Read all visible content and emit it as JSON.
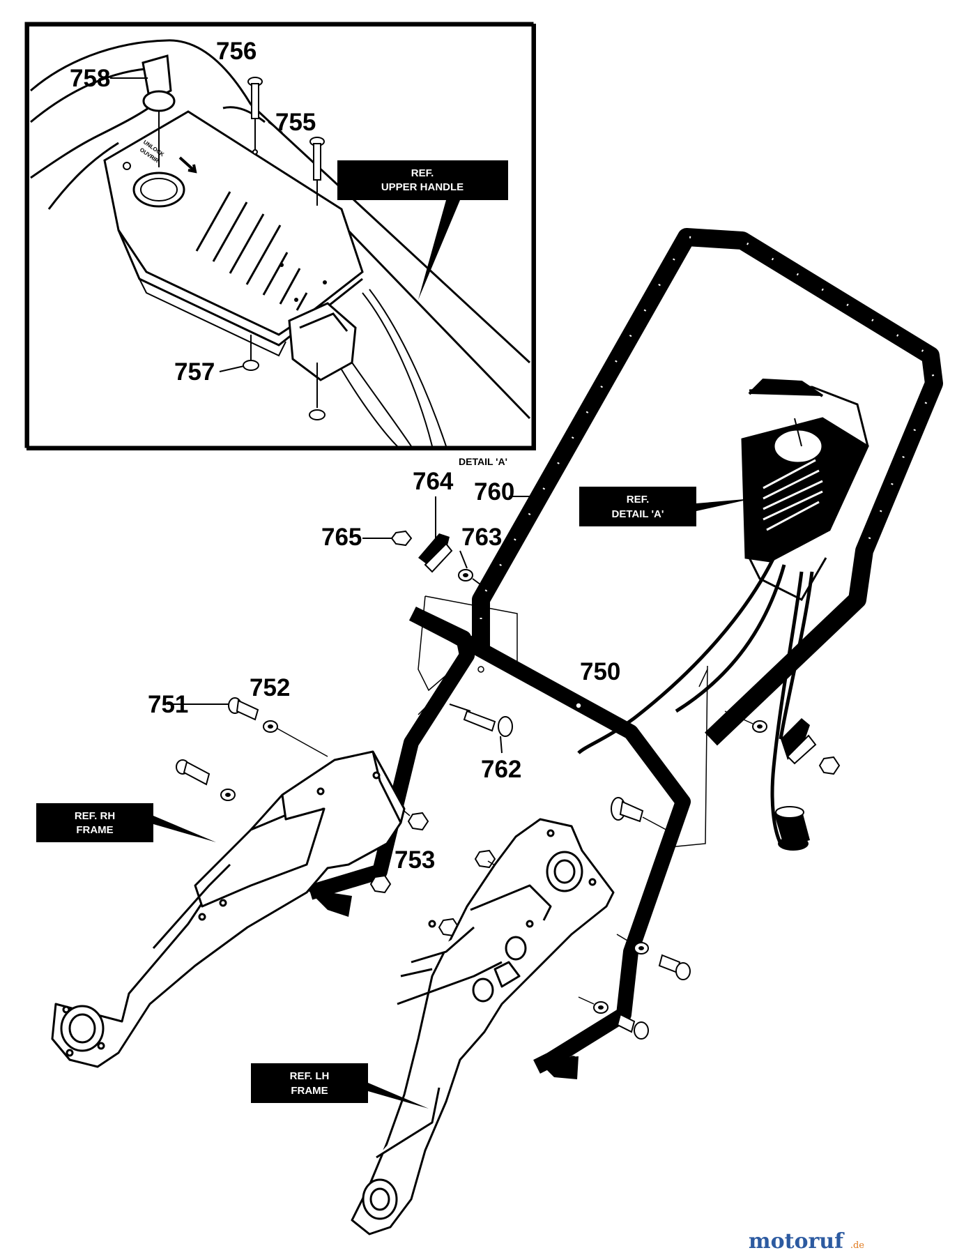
{
  "part_numbers": {
    "p756": "756",
    "p758": "758",
    "p755": "755",
    "p757": "757",
    "p764": "764",
    "p760": "760",
    "p765": "765",
    "p763": "763",
    "p750": "750",
    "p751": "751",
    "p752": "752",
    "p762": "762",
    "p753": "753"
  },
  "labels": {
    "upper_handle_1": "REF.",
    "upper_handle_2": "UPPER HANDLE",
    "detail_ref_1": "REF.",
    "detail_ref_2": "DETAIL 'A'",
    "rh_frame_1": "REF. RH",
    "rh_frame_2": "FRAME",
    "lh_frame_1": "REF. LH",
    "lh_frame_2": "FRAME",
    "detail_caption": "DETAIL 'A'",
    "key_text_1": "UNLOCK",
    "key_text_2": "OUVRIR"
  },
  "watermark": {
    "main": "motoruf",
    "suffix": ".de"
  },
  "colors": {
    "ink": "#000000",
    "paper": "#ffffff",
    "wm_blue": "#2c5aa0",
    "wm_orange": "#e07a1f"
  }
}
